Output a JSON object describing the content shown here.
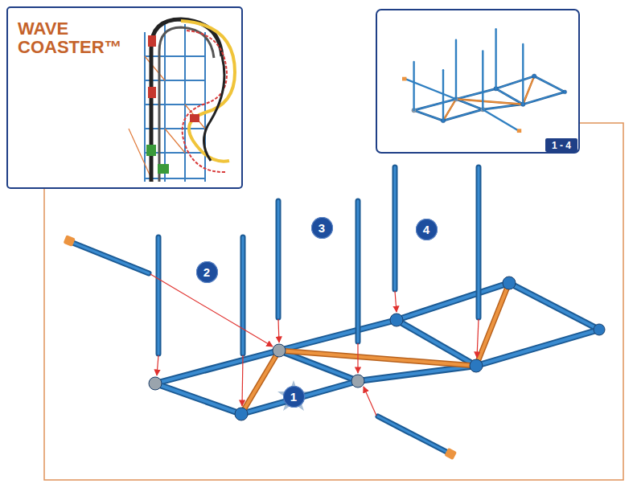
{
  "diagram": {
    "nodes": [
      {
        "text": [
          "WAVE COASTER™"
        ]
      },
      {
        "text": [
          "1 - 4"
        ]
      },
      {
        "text": [
          "2"
        ]
      },
      {
        "text": [
          "3"
        ]
      },
      {
        "text": [
          "4"
        ]
      },
      {
        "text": [
          "1"
        ]
      }
    ]
  }
}
